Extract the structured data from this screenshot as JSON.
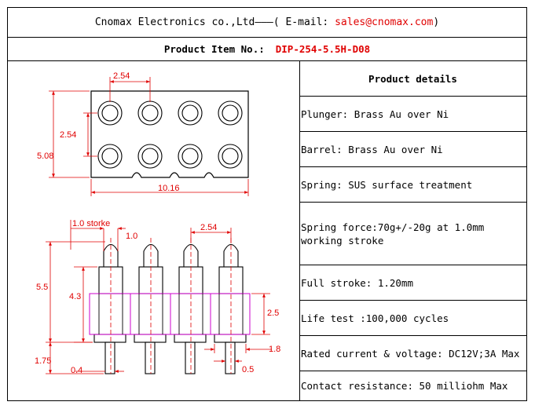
{
  "header": {
    "company": "Cnomax Electronics co.,Ltd",
    "separator": "———",
    "email_label": "( E-mail:",
    "email": "sales@cnomax.com",
    "email_close": ")"
  },
  "product": {
    "label": "Product Item No.:",
    "number": "DIP-254-5.5H-D08"
  },
  "drawing": {
    "top_view": {
      "pitch_x": "2.54",
      "pitch_y": "2.54",
      "height": "5.08",
      "width": "10.16"
    },
    "side_view": {
      "full_stroke_label": "1.0 storke",
      "tip": "1.0",
      "pitch": "2.54",
      "total_height": "5.5",
      "body_height": "4.3",
      "insulator_height": "2.5",
      "tail_length": "1.75",
      "tail_dia": "0.4",
      "flange_dia": "1.8",
      "pin_dia": "0.5"
    }
  },
  "details": {
    "title": "Product details",
    "items": [
      "Plunger: Brass Au over Ni",
      "Barrel: Brass Au over Ni",
      "Spring: SUS surface treatment",
      "Spring force:70g+/-20g at 1.0mm working stroke",
      "Full stroke: 1.20mm",
      "Life test :100,000 cycles",
      "Rated current & voltage: DC12V;3A Max",
      "Contact resistance: 50 milliohm Max"
    ]
  },
  "colors": {
    "dimension": "#e00000",
    "insulator": "#cc00cc",
    "outline": "#000000"
  }
}
